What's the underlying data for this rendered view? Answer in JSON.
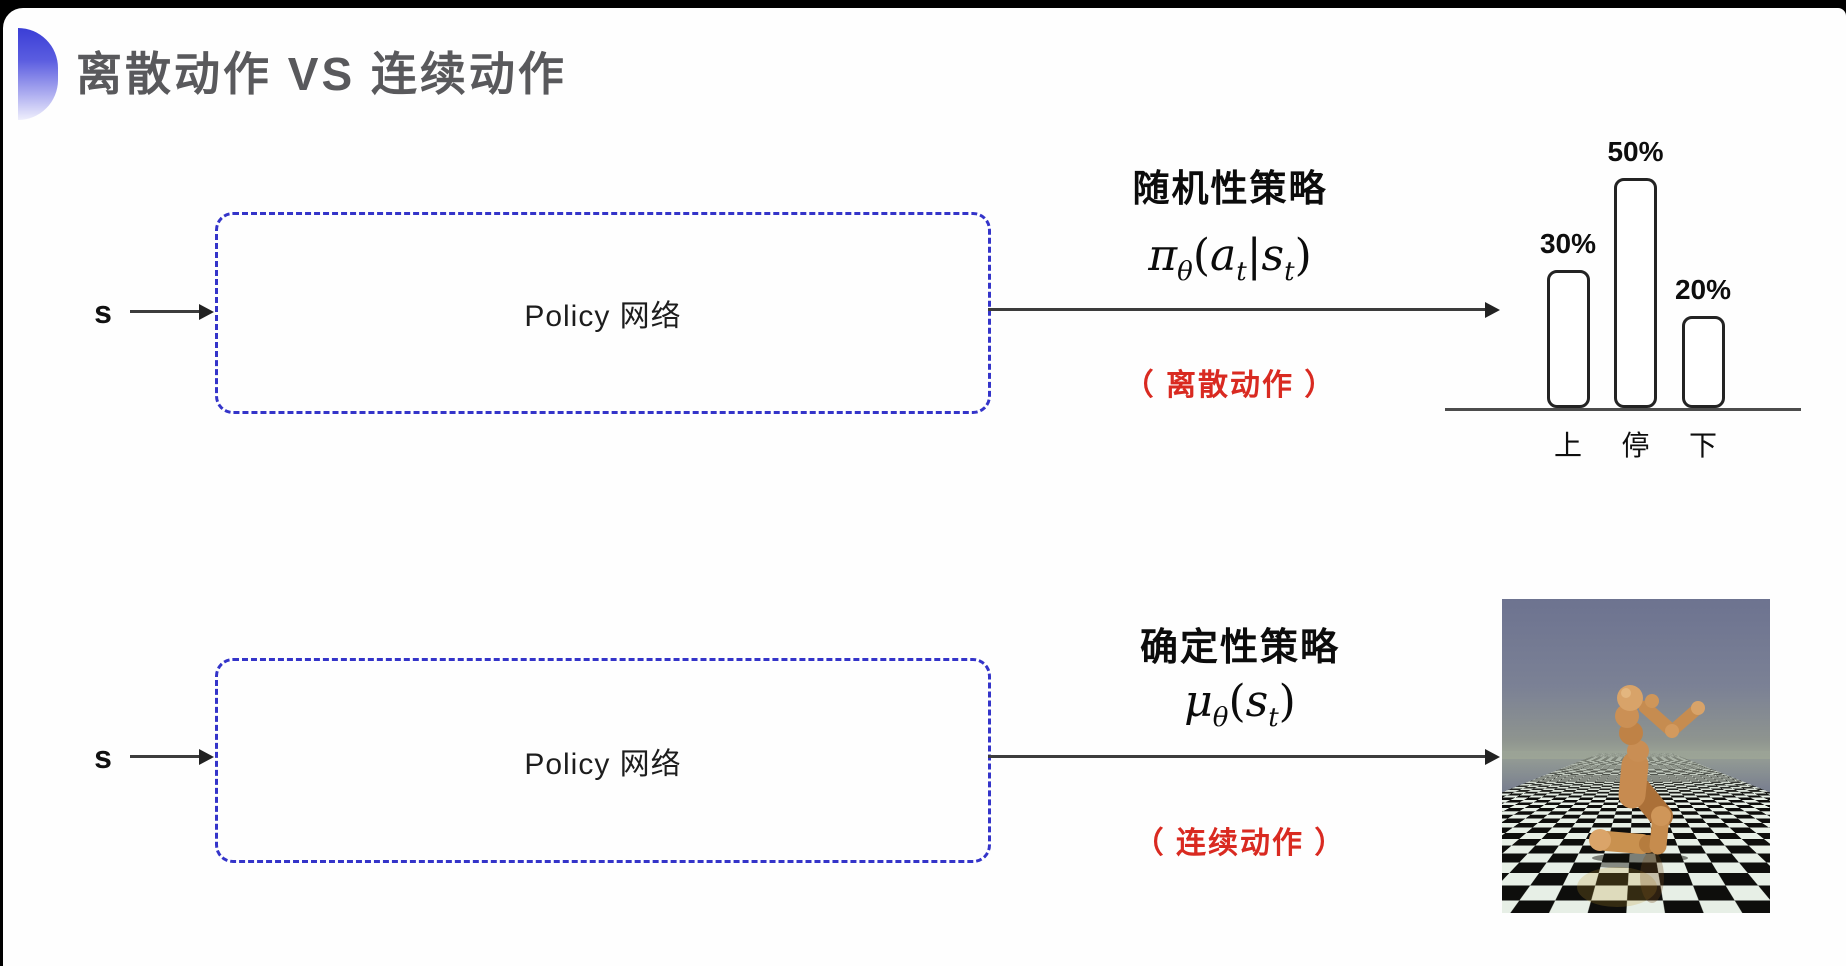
{
  "slide": {
    "title": "离散动作 VS 连续动作"
  },
  "top_flow": {
    "input_label": "s",
    "box_label": "Policy 网络",
    "policy_type": "随机性策略",
    "formula": {
      "base": "π",
      "base_sub": "θ",
      "open": "(",
      "arg1": "a",
      "arg1_sub": "t",
      "sep": "|",
      "arg2": "s",
      "arg2_sub": "t",
      "close": ")"
    },
    "action_note": "（ 离散动作 ）",
    "chart_data": {
      "type": "bar",
      "categories": [
        "上",
        "停",
        "下"
      ],
      "values": [
        30,
        50,
        20
      ],
      "unit": "%",
      "value_labels": [
        "30%",
        "50%",
        "20%"
      ],
      "title": "",
      "xlabel": "",
      "ylabel": "",
      "ylim": [
        0,
        60
      ],
      "grid": false,
      "legend": false,
      "bar_fill": "#ffffff",
      "bar_stroke": "#232323"
    }
  },
  "bottom_flow": {
    "input_label": "s",
    "box_label": "Policy 网络",
    "policy_type": "确定性策略",
    "formula": {
      "base": "μ",
      "base_sub": "θ",
      "open": "(",
      "arg1": "s",
      "arg1_sub": "t",
      "close": ")"
    },
    "action_note": "（ 连续动作 ）",
    "illustration": "mujoco-humanoid-on-checkerboard-floor"
  },
  "colors": {
    "accent_blue": "#3a3ed6",
    "box_border_blue": "#3434c9",
    "action_red": "#d92a21",
    "title_gray": "#59595c",
    "arrow_dark": "#3c3c3c"
  }
}
